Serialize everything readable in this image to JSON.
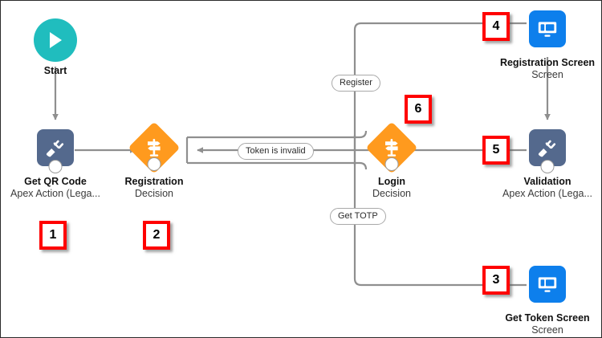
{
  "diagram": {
    "title": "Salesforce Flow Builder canvas",
    "colors": {
      "apex_node": "#54698d",
      "screen_node": "#0d7fec",
      "decision_node": "#ff9a1e",
      "start_node": "#20bdbe",
      "connector": "#8f8f8f",
      "badge_border": "#ff0000",
      "canvas": "#ffffff"
    },
    "nodes": [
      {
        "id": "start",
        "name": "Start",
        "type": "",
        "shape": "start-circle",
        "icon": "play-icon"
      },
      {
        "id": "get-qr-code",
        "name": "Get QR Code",
        "type": "Apex Action (Lega...",
        "shape": "rounded-square",
        "icon": "plug-icon"
      },
      {
        "id": "registration",
        "name": "Registration",
        "type": "Decision",
        "shape": "diamond",
        "icon": "signpost-icon"
      },
      {
        "id": "login",
        "name": "Login",
        "type": "Decision",
        "shape": "diamond",
        "icon": "signpost-icon"
      },
      {
        "id": "reg-screen",
        "name": "Registration Screen",
        "type": "Screen",
        "shape": "rounded-square",
        "icon": "monitor-icon"
      },
      {
        "id": "validation",
        "name": "Validation",
        "type": "Apex Action (Lega...",
        "shape": "rounded-square",
        "icon": "plug-icon"
      },
      {
        "id": "token-screen",
        "name": "Get Token Screen",
        "type": "Screen",
        "shape": "rounded-square",
        "icon": "monitor-icon"
      }
    ],
    "connector_labels": [
      {
        "id": "register",
        "text": "Register"
      },
      {
        "id": "token-is-invalid",
        "text": "Token is invalid"
      },
      {
        "id": "get-totp",
        "text": "Get TOTP"
      }
    ],
    "badges": [
      {
        "id": "badge-1",
        "number": "1"
      },
      {
        "id": "badge-2",
        "number": "2"
      },
      {
        "id": "badge-3",
        "number": "3"
      },
      {
        "id": "badge-4",
        "number": "4"
      },
      {
        "id": "badge-5",
        "number": "5"
      },
      {
        "id": "badge-6",
        "number": "6"
      }
    ]
  }
}
